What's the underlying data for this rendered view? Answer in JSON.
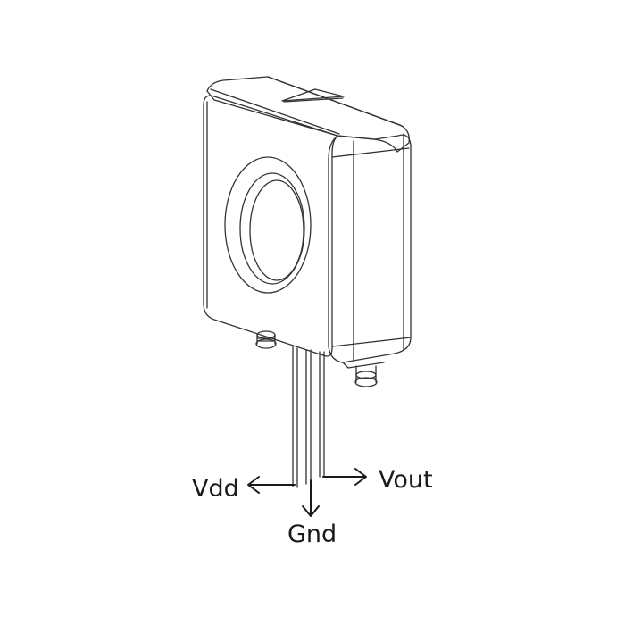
{
  "diagram": {
    "subject": "current-sensor",
    "labels": {
      "vdd": "Vdd",
      "gnd": "Gnd",
      "vout": "Vout"
    },
    "colors": {
      "line": "#333333",
      "text": "#1a1a1a",
      "background": "#ffffff"
    }
  }
}
